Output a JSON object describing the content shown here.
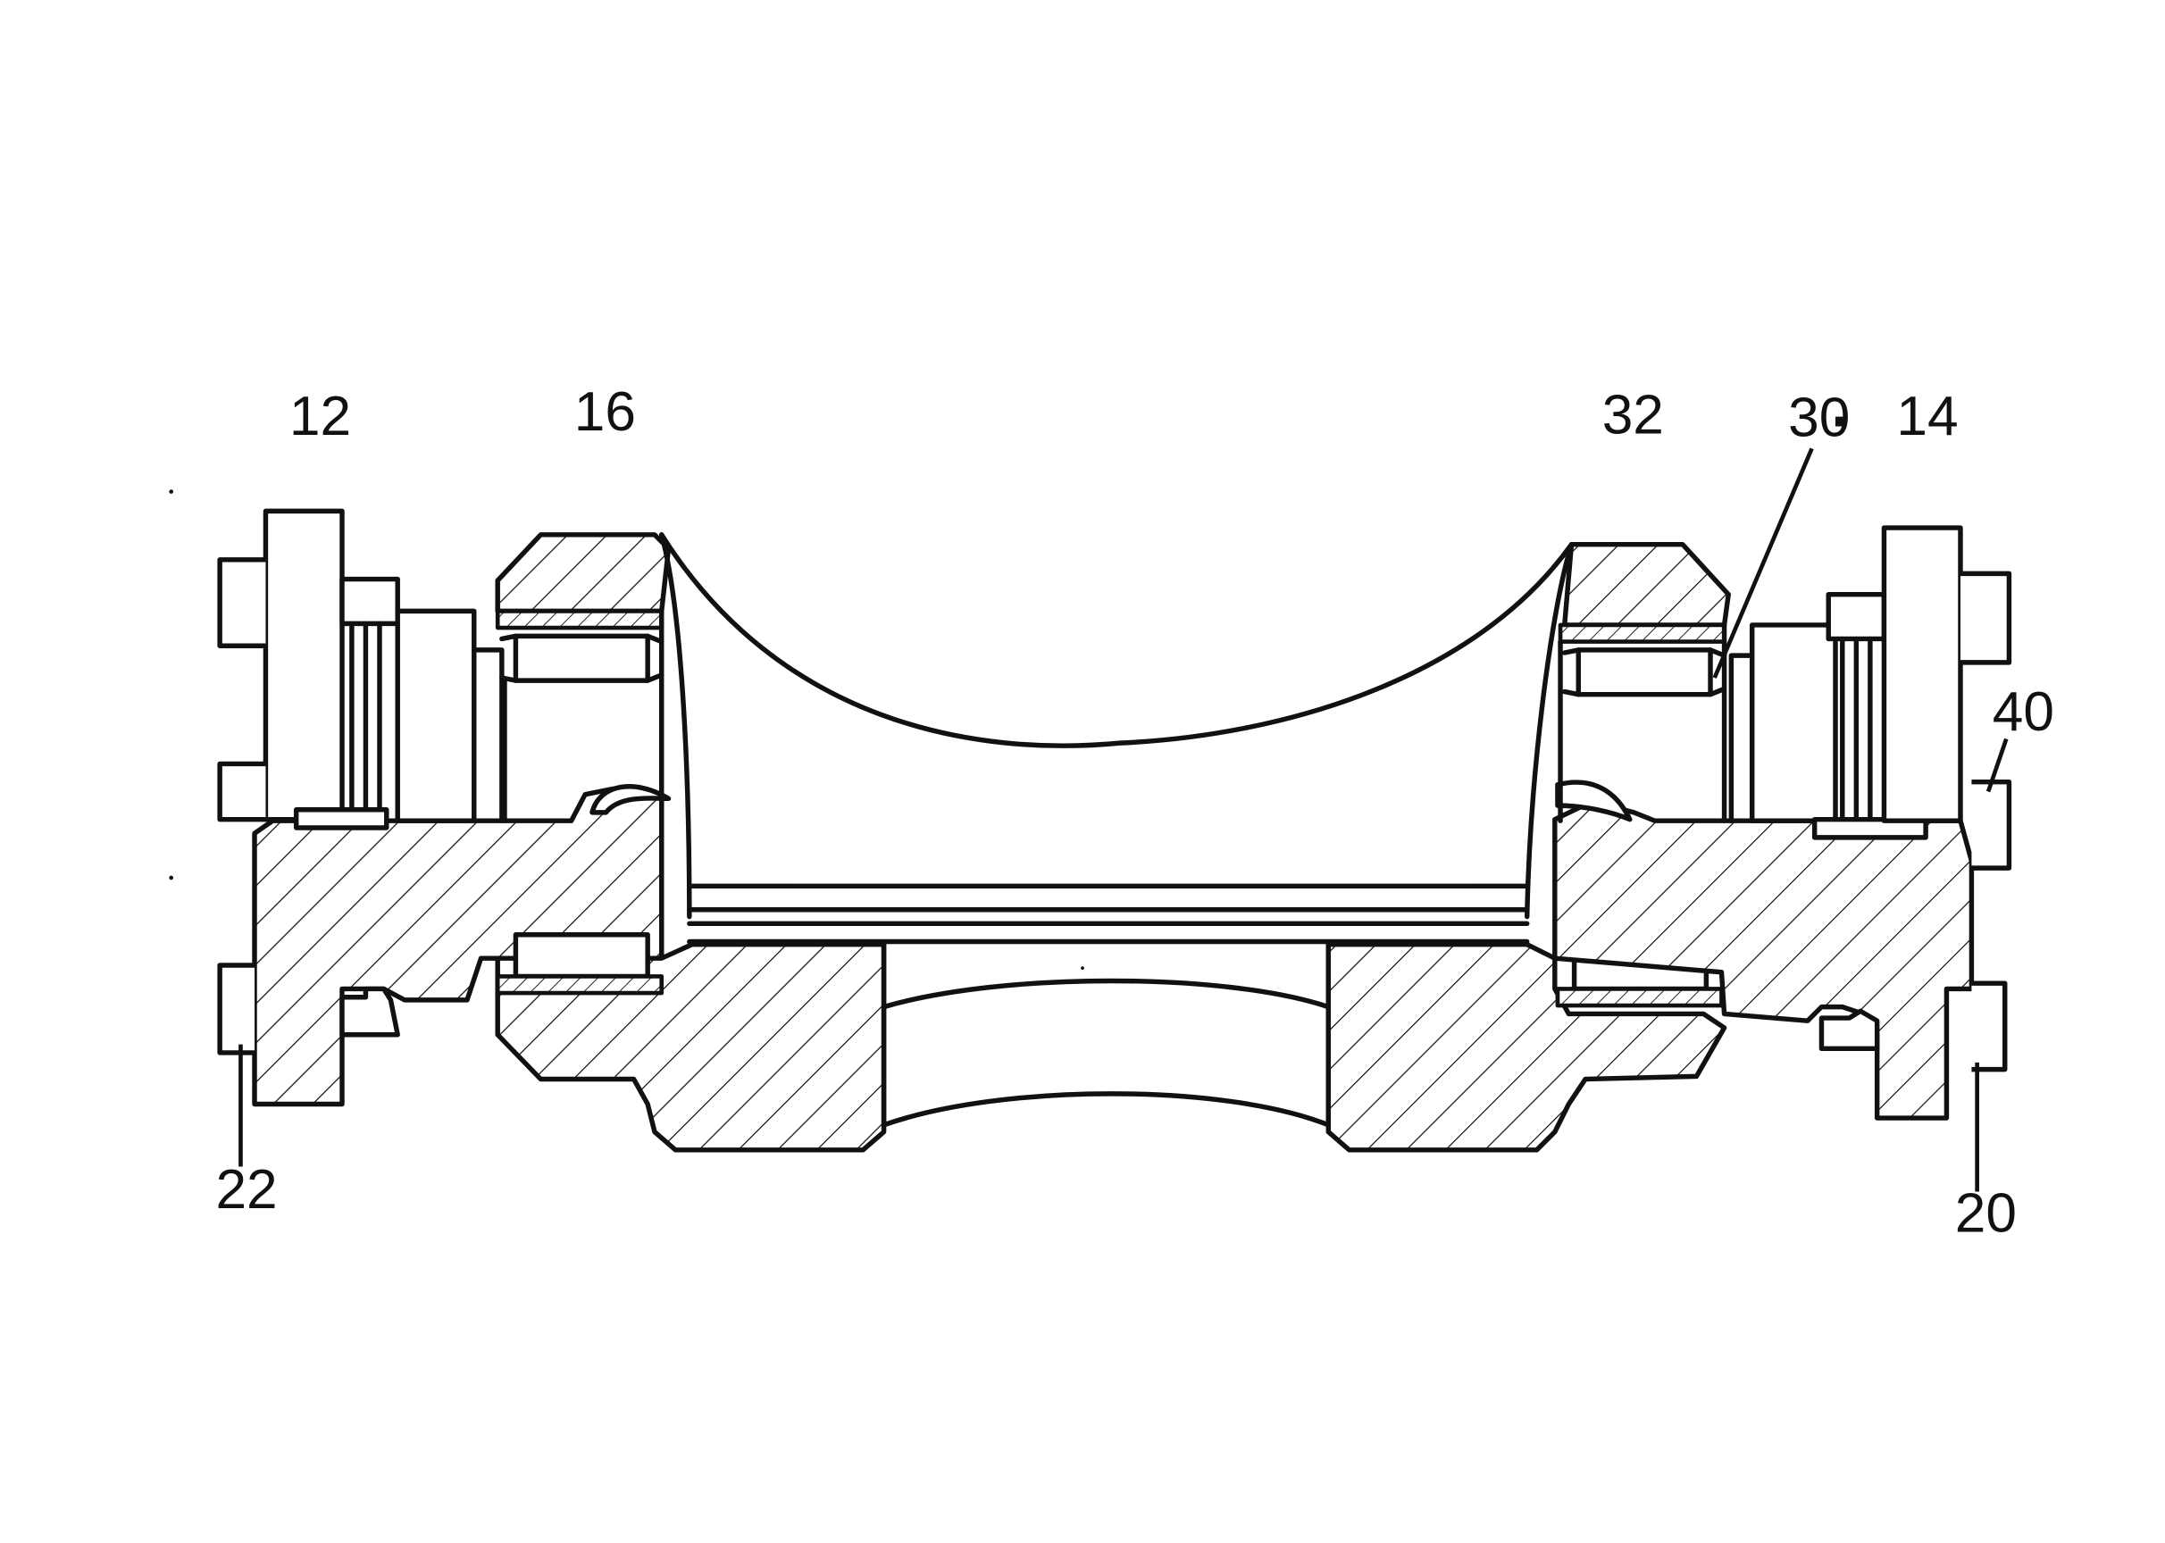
{
  "labels": {
    "l12": "12",
    "l16": "16",
    "l32": "32",
    "l30": "30",
    "l14": "14",
    "l40": "40",
    "l22": "22",
    "l20": "20"
  },
  "colors": {
    "ink": "#111111",
    "paper": "#ffffff"
  }
}
